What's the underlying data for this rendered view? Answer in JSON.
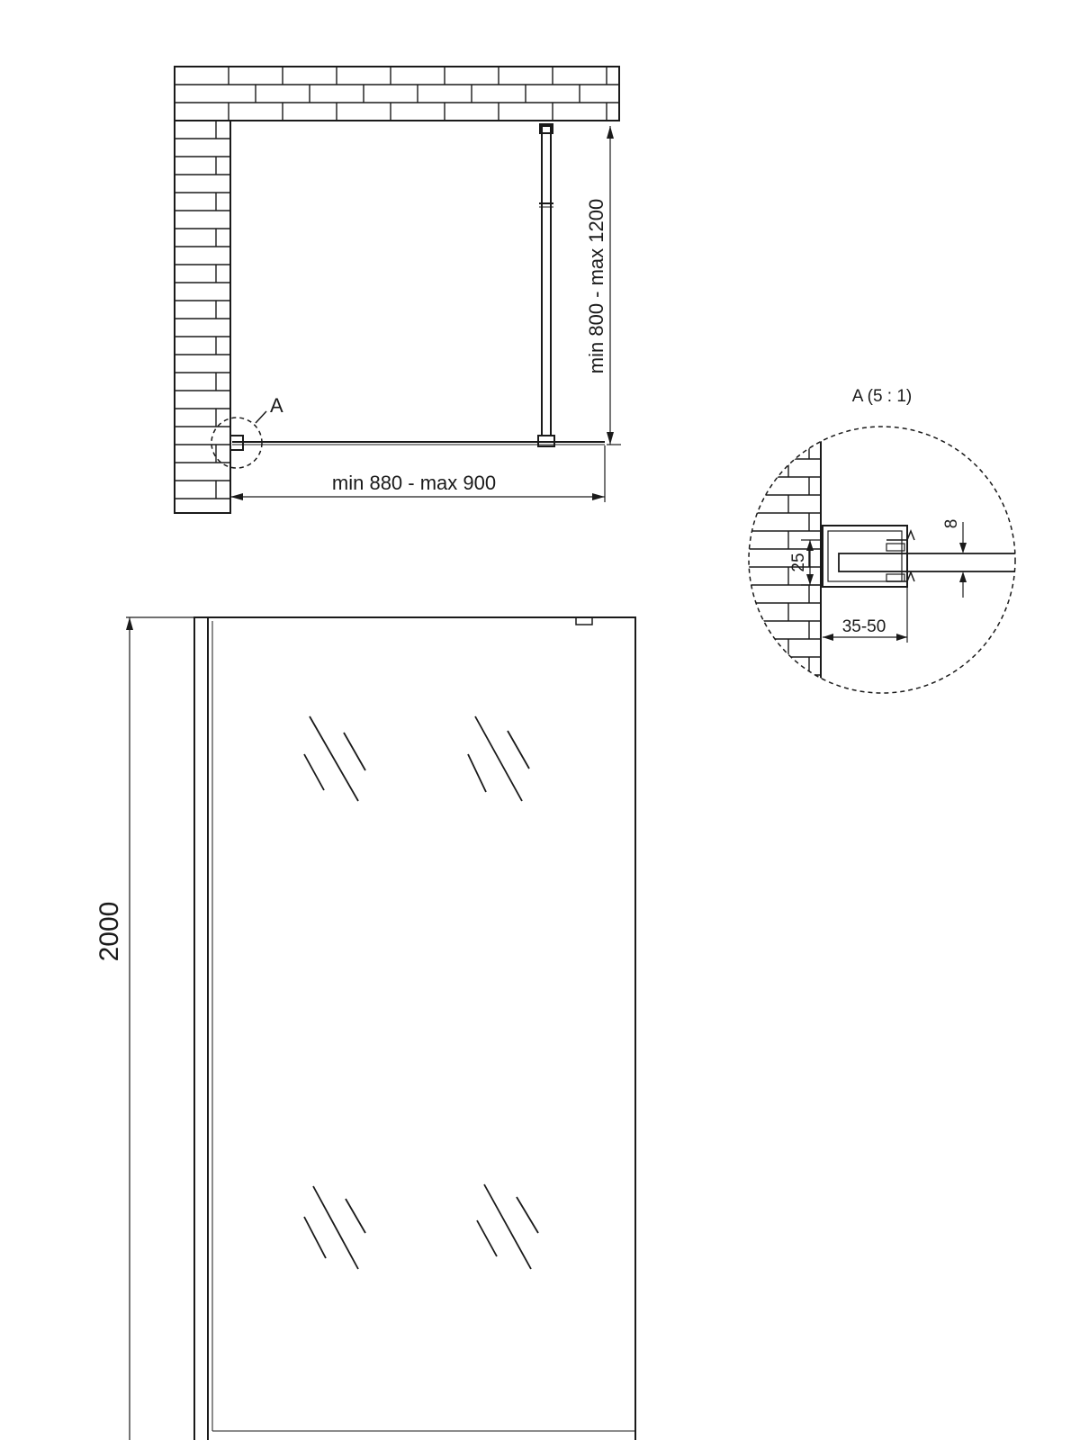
{
  "plan_view": {
    "width_dimension": "min 880 - max 900",
    "depth_dimension": "min 800 - max 1200",
    "detail_marker": "A"
  },
  "front_view": {
    "height_dimension": "2000"
  },
  "detail_view": {
    "title": "A (5 : 1)",
    "glass_thickness": "8",
    "profile_height": "25",
    "adjustment_range": "35-50"
  },
  "colors": {
    "line": "#1a1a1a",
    "background": "#ffffff"
  }
}
